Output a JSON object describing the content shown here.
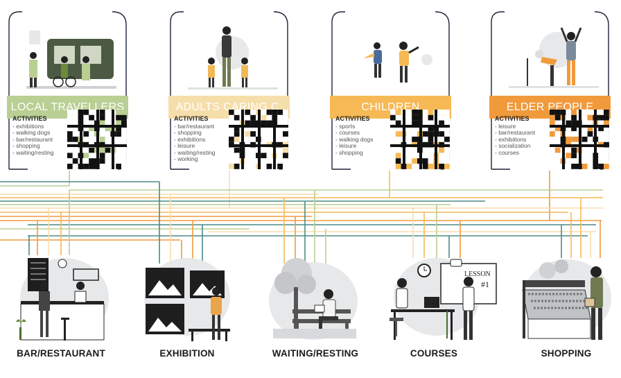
{
  "colors": {
    "local": "#b9cf93",
    "adults": "#f6deaa",
    "children": "#f6b955",
    "elder": "#f09a3c",
    "teal": "#4a8a86",
    "frame": "#1e2238",
    "illustration_grey": "#e7e8ea",
    "ink": "#222222"
  },
  "groups": [
    {
      "id": "local",
      "title": "LOCAL TRAVELLERS",
      "activities_heading": "ACTIVITIES",
      "activities": [
        "exhibitions",
        "walking dogs",
        "bar/restaurant",
        "shopping",
        "waiting/resting"
      ],
      "icon": "tram-travellers-illustration"
    },
    {
      "id": "adults",
      "title": "ADULTS CARING C.",
      "activities_heading": "ACTIVITIES",
      "activities": [
        "bar/restaurant",
        "shopping",
        "exhibitions",
        "leisure",
        "waiting/resting",
        "working"
      ],
      "icon": "parent-with-children-illustration"
    },
    {
      "id": "children",
      "title": "CHILDREN",
      "activities_heading": "ACTIVITIES",
      "activities": [
        "sports",
        "courses",
        "walking dogs",
        "leisure",
        "shopping"
      ],
      "icon": "running-children-illustration"
    },
    {
      "id": "elder",
      "title": "ELDER PEOPLE",
      "activities_heading": "ACTIVITIES",
      "activities": [
        "leisure",
        "bar/restaurant",
        "exhibitions",
        "socialization",
        "courses"
      ],
      "icon": "elderly-exercising-illustration"
    }
  ],
  "destinations": [
    {
      "id": "bar",
      "label": "BAR/RESTAURANT",
      "icon": "bar-counter-illustration"
    },
    {
      "id": "exhibition",
      "label": "EXHIBITION",
      "icon": "gallery-visitor-illustration"
    },
    {
      "id": "waiting",
      "label": "WAITING/RESTING",
      "icon": "bench-reader-illustration"
    },
    {
      "id": "courses",
      "label": "COURSES",
      "icon": "classroom-lesson-illustration"
    },
    {
      "id": "shopping",
      "label": "SHOPPING",
      "icon": "market-stall-illustration"
    }
  ],
  "lesson_board": {
    "line1": "LESSON",
    "line2": "#1"
  }
}
